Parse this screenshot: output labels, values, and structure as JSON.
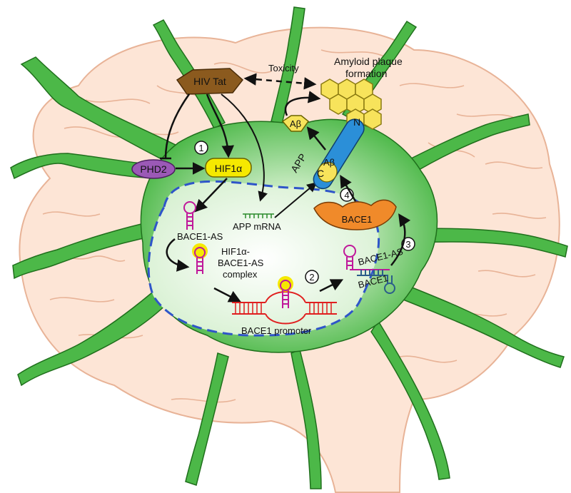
{
  "labels": {
    "hiv_tat": "HIV Tat",
    "toxicity": "Toxicity",
    "amyloid_line1": "Amyloid plaque",
    "amyloid_line2": "formation",
    "abeta_free": "Aβ",
    "phd2": "PHD2",
    "hif1a": "HIF1α",
    "app": "APP",
    "app_c": "C",
    "app_abeta": "Aβ",
    "app_n": "N",
    "bace1_protein": "BACE1",
    "bace1_as": "BACE1-AS",
    "app_mrna": "APP mRNA",
    "complex_line1": "HIF1α-",
    "complex_line2": "BACE1-AS",
    "complex_line3": "complex",
    "bace1_as_duplex": "BACE1-AS",
    "bace1_duplex": "BACE1",
    "promoter": "BACE1 promoter"
  },
  "steps": [
    "1",
    "2",
    "3",
    "4"
  ],
  "colors": {
    "brain_fill": "#fde5d6",
    "brain_line": "#e8b397",
    "cell_green": "#4cb848",
    "cell_outline": "#1f6f1c",
    "nucleus_dash": "#2f55c9",
    "hiv_tat": "#8b5a1e",
    "phd2": "#9b59b6",
    "hif1a": "#f5e900",
    "bace1": "#f08a2a",
    "app_blue": "#2b8fd8",
    "plaque_yellow": "#f7e35b",
    "rna_magenta": "#c0189a",
    "dna_red": "#e01f1f"
  }
}
